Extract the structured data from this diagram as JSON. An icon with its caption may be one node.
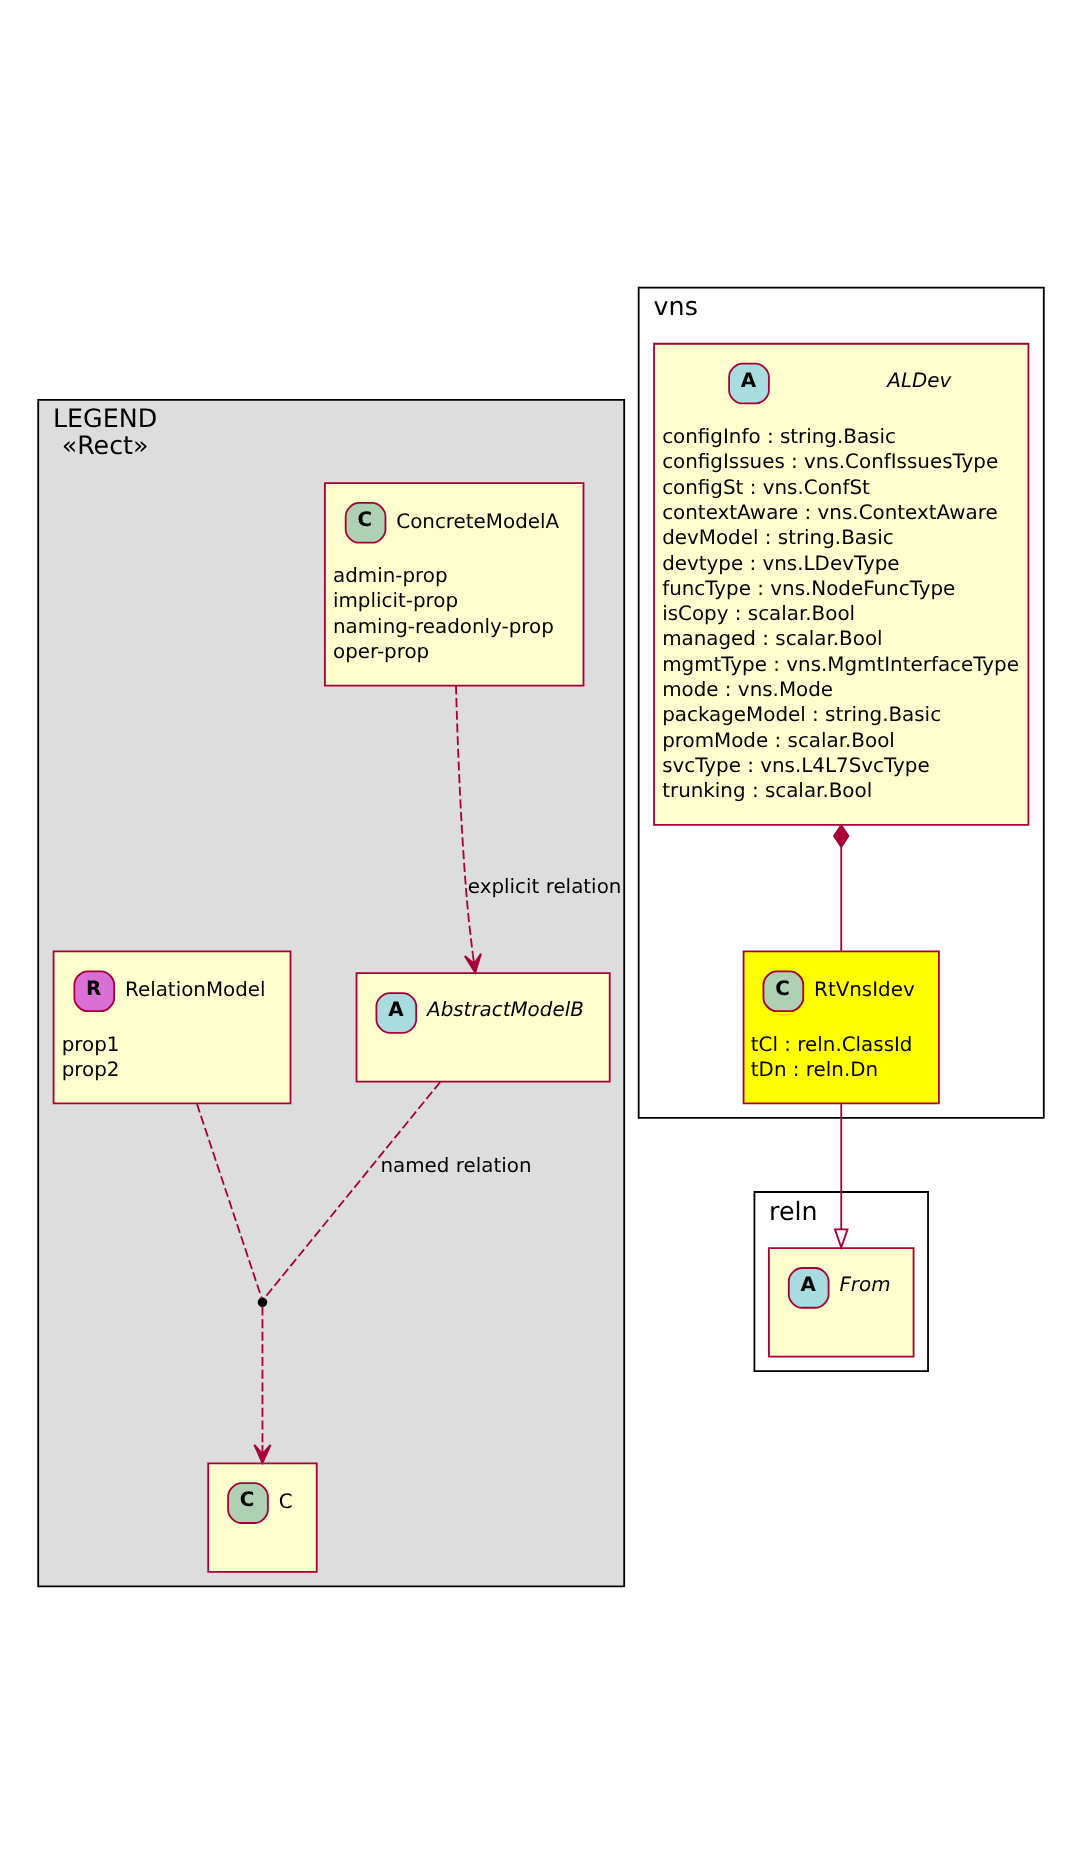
{
  "diagram": {
    "nodes": [
      {
        "text": [
          "LEGEND",
          "«Rect»"
        ]
      },
      {
        "text": [
          "C",
          "ConcreteModelA",
          "admin-prop",
          "implicit-prop",
          "naming-readonly-prop",
          "oper-prop"
        ],
        "in": 0
      },
      {
        "text": [
          "A",
          "AbstractModelB"
        ],
        "in": 0
      },
      {
        "text": [],
        "shape": "circle",
        "in": 0
      },
      {
        "text": [
          "R",
          "RelationModel",
          "prop1",
          "prop2"
        ],
        "in": 0
      },
      {
        "text": [
          "C",
          "C"
        ],
        "in": 0
      },
      {
        "text": [
          "vns"
        ]
      },
      {
        "text": [
          "A",
          "ALDev",
          "configInfo : string.Basic",
          "configIssues : vns.ConfIssuesType",
          "configSt : vns.ConfSt",
          "contextAware : vns.ContextAware",
          "devModel : string.Basic",
          "devtype : vns.LDevType",
          "funcType : vns.NodeFuncType",
          "isCopy : scalar.Bool",
          "managed : scalar.Bool",
          "mgmtType : vns.MgmtInterfaceType",
          "mode : vns.Mode",
          "packageModel : string.Basic",
          "promMode : scalar.Bool",
          "svcType : vns.L4L7SvcType",
          "trunking : scalar.Bool"
        ],
        "in": 6
      },
      {
        "text": [
          "C",
          "RtVnsIdev",
          "tCl : reln.ClassId",
          "tDn : reln.Dn"
        ],
        "in": 6
      },
      {
        "text": [
          "reln"
        ]
      },
      {
        "text": [
          "A",
          "From"
        ],
        "in": 9
      }
    ],
    "edges": [
      {
        "from": 1,
        "to": 2,
        "arrow": "to",
        "label": "explicit relation",
        "style": "dashed"
      },
      {
        "from": 2,
        "to": 3,
        "arrow": "none",
        "label": "named relation",
        "style": "dashed"
      },
      {
        "from": 3,
        "to": 5,
        "arrow": "to",
        "style": "dashed"
      },
      {
        "from": 4,
        "to": 3,
        "arrow": "none",
        "style": "dashed"
      },
      {
        "from": 7,
        "to": 8,
        "arrow": "other"
      },
      {
        "from": 8,
        "to": 10,
        "arrow": "to"
      }
    ]
  }
}
